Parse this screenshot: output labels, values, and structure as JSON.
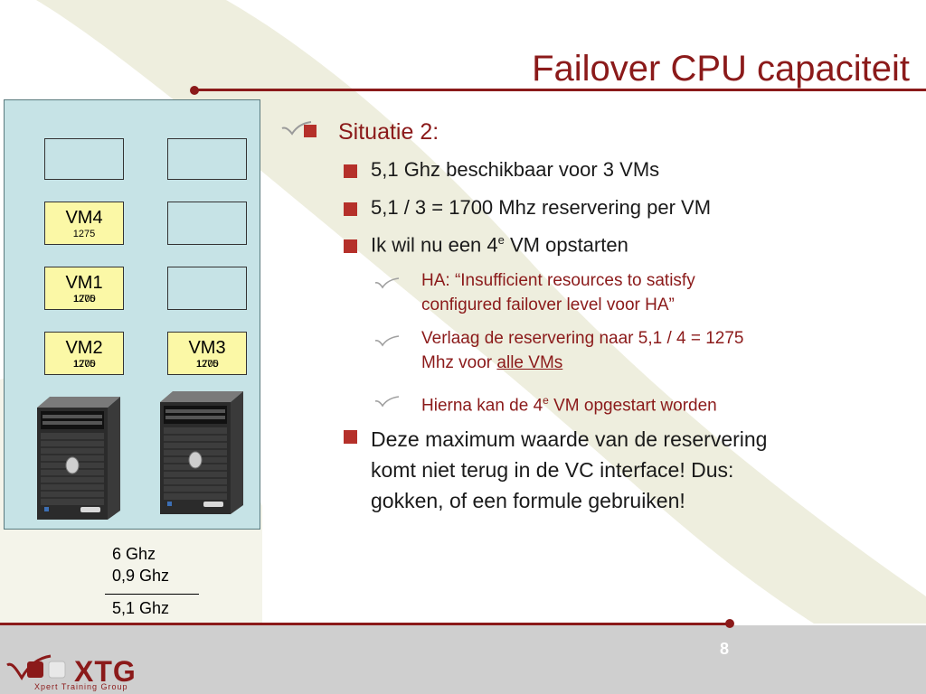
{
  "slide": {
    "title": "Failover CPU capaciteit",
    "page_number": "8"
  },
  "vms": {
    "vm4": {
      "name": "VM4",
      "value": "1275"
    },
    "vm1": {
      "name": "VM1",
      "value_a": "1275",
      "value_b": "1700"
    },
    "vm2": {
      "name": "VM2",
      "value_a": "1275",
      "value_b": "1700"
    },
    "vm3": {
      "name": "VM3",
      "value_a": "1275",
      "value_b": "1700"
    }
  },
  "calculation": {
    "line1": "6 Ghz",
    "line2": "0,9 Ghz",
    "result": "5,1 Ghz"
  },
  "content": {
    "heading": "Situatie 2:",
    "b1": "5,1 Ghz beschikbaar voor 3 VMs",
    "b2": "5,1 / 3 = 1700 Mhz reservering per VM",
    "b3_pre": "Ik wil nu een 4",
    "b3_sup": "e",
    "b3_post": " VM opstarten",
    "s1_line1": "HA: “Insufficient resources to satisfy",
    "s1_line2": "configured failover level voor HA”",
    "s2_line1": "Verlaag de reservering naar 5,1 / 4 = 1275",
    "s2_line2_pre": "Mhz voor ",
    "s2_line2_link": "alle VMs",
    "s3_pre": "Hierna kan de 4",
    "s3_sup": "e",
    "s3_post": " VM opgestart worden",
    "b4_line1": "Deze maximum waarde van de reservering",
    "b4_line2": "komt niet terug in de VC interface! Dus:",
    "b4_line3": "gokken, of een formule gebruiken!"
  },
  "footer": {
    "logo_text": "XTG",
    "logo_sub": "Xpert Training Group"
  },
  "colors": {
    "accent": "#8b1a1a",
    "bullet": "#b5302a",
    "panel": "#c6e3e6",
    "vm_on": "#fbf8a6"
  }
}
